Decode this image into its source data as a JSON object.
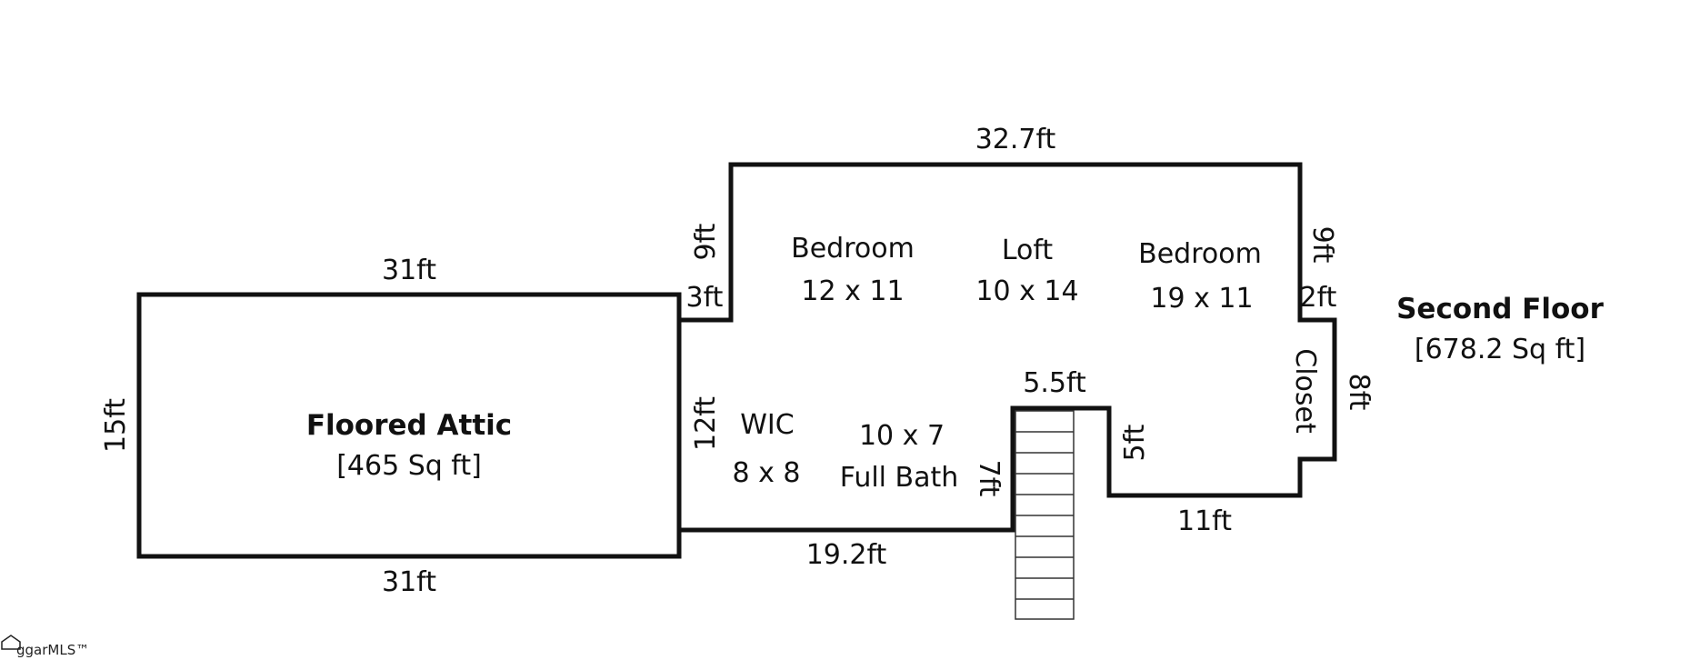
{
  "attic": {
    "title": "Floored Attic",
    "area": "[465 Sq ft]",
    "dim_top": "31ft",
    "dim_bottom": "31ft",
    "dim_left": "15ft"
  },
  "second_floor": {
    "title": "Second Floor",
    "area": "[678.2 Sq ft]",
    "dim_top": "32.7ft",
    "dim_left_upper": "9ft",
    "dim_step_left": "3ft",
    "dim_left_lower": "12ft",
    "dim_bottom_left": "19.2ft",
    "dim_stair_top": "5.5ft",
    "dim_stair_left": "7ft",
    "dim_stair_right": "5ft",
    "dim_bottom_right": "11ft",
    "dim_right_upper": "9ft",
    "dim_step_right": "2ft",
    "dim_right_lower": "8ft"
  },
  "rooms": {
    "bedroom1": {
      "name": "Bedroom",
      "size": "12 x 11"
    },
    "loft": {
      "name": "Loft",
      "size": "10 x 14"
    },
    "bedroom2": {
      "name": "Bedroom",
      "size": "19 x 11"
    },
    "wic": {
      "name": "WIC",
      "size": "8 x 8"
    },
    "bath": {
      "name": "Full Bath",
      "size": "10 x 7"
    },
    "closet": {
      "name": "Closet"
    }
  },
  "logo": {
    "text": "ggarMLS™"
  }
}
